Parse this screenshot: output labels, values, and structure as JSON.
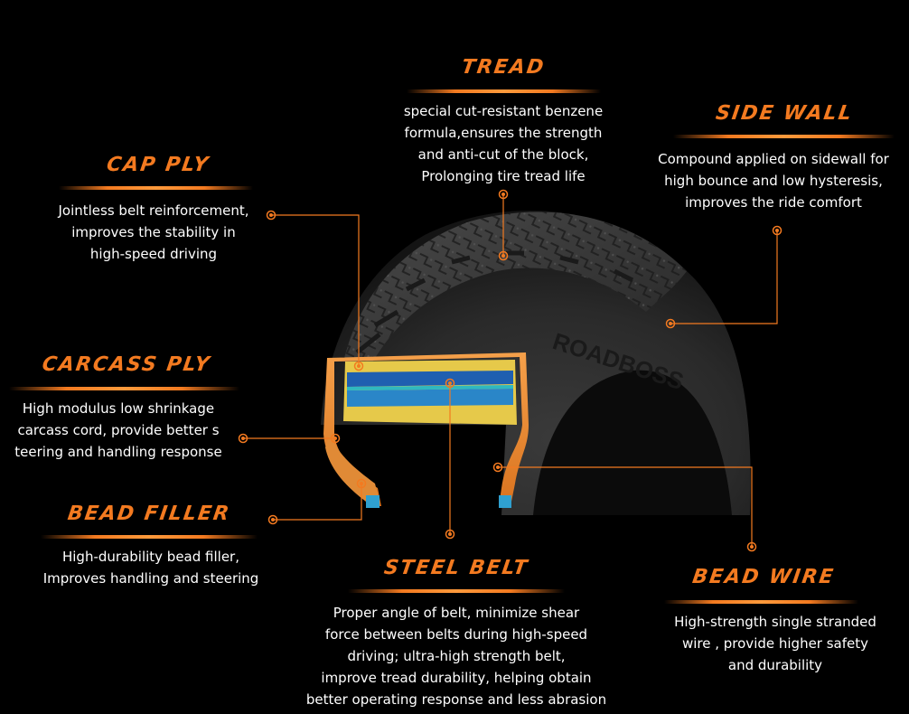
{
  "brand": {
    "tire_text": "ROADBOSS"
  },
  "colors": {
    "accent": "#f37a20",
    "background": "#000000",
    "text": "#ffffff",
    "belt_blue": "#1f5fb0",
    "belt_yellow": "#e6c94a"
  },
  "labels": {
    "tread": {
      "title": "TREAD",
      "lines": [
        "special cut-resistant benzene",
        "formula,ensures the strength",
        "and anti-cut of the block,",
        "Prolonging tire tread life"
      ]
    },
    "side_wall": {
      "title": "SIDE WALL",
      "lines": [
        "Compound applied on sidewall for",
        "high bounce and low hysteresis,",
        "improves the ride comfort"
      ]
    },
    "cap_ply": {
      "title": "CAP PLY",
      "lines": [
        "Jointless belt reinforcement,",
        "improves the stability in",
        "high-speed driving"
      ]
    },
    "carcass_ply": {
      "title": "CARCASS PLY",
      "lines": [
        "High modulus low shrinkage",
        "carcass cord, provide better s",
        "teering and handling response"
      ]
    },
    "bead_filler": {
      "title": "BEAD FILLER",
      "lines": [
        "High-durability bead filler,",
        "Improves handling and steering"
      ]
    },
    "steel_belt": {
      "title": "STEEL BELT",
      "lines": [
        "Proper angle of belt, minimize shear",
        "force between belts during high-speed",
        "driving; ultra-high strength belt,",
        "improve tread durability, helping obtain",
        "better operating response and less abrasion"
      ]
    },
    "bead_wire": {
      "title": "BEAD WIRE",
      "lines": [
        "High-strength single stranded",
        "wire , provide higher safety",
        "and durability"
      ]
    }
  }
}
